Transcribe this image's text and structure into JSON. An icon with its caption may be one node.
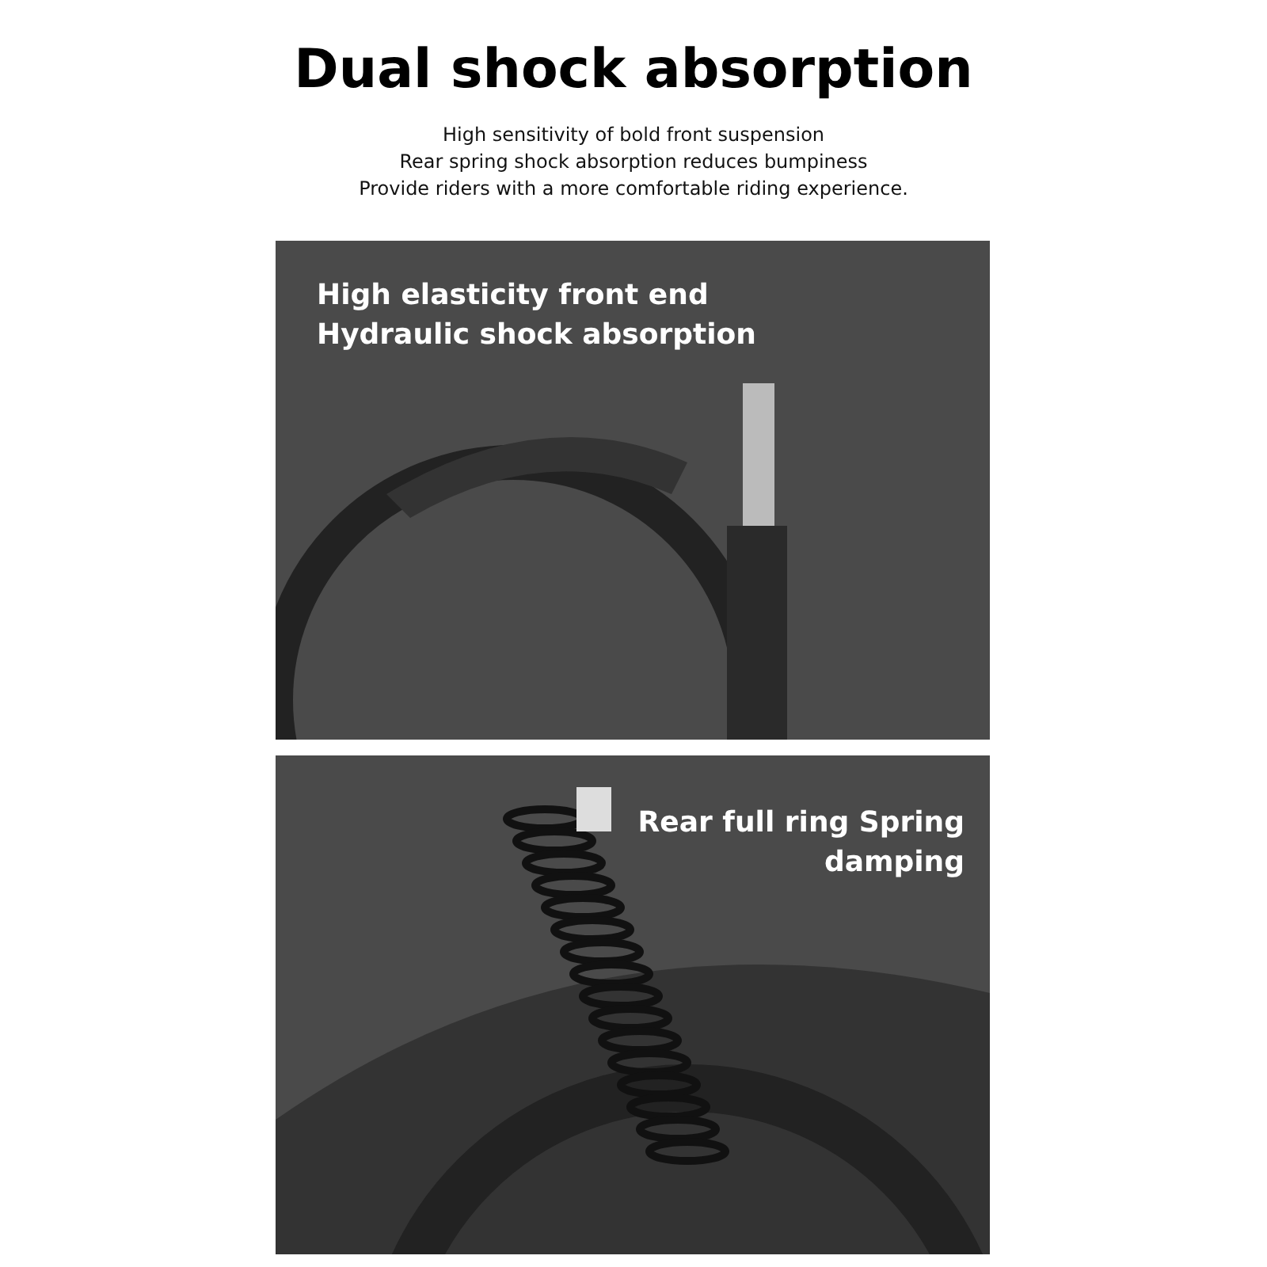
{
  "diagram": {
    "title": "Dual shock absorption",
    "nodes": [
      {
        "text": [
          "High elasticity front end Hydraulic shock absorption"
        ]
      },
      {
        "text": [
          "Rear full ring Spring damping"
        ]
      }
    ],
    "labels": [
      "High sensitivity of bold front suspension",
      "Rear spring shock absorption reduces bumpiness",
      "Provide riders with a more comfortable riding experience."
    ]
  }
}
